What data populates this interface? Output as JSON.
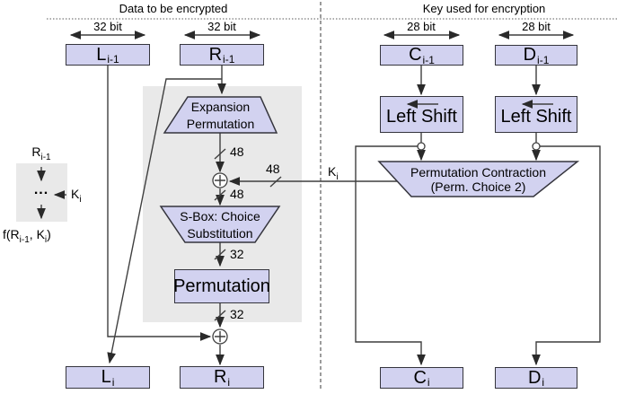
{
  "titles": {
    "data_half": "Data to be encrypted",
    "key_half": "Key used for encryption"
  },
  "bus_widths": {
    "l_prev": "32 bit",
    "r_prev": "32 bit",
    "c_prev": "28 bit",
    "d_prev": "28 bit"
  },
  "registers": {
    "l_prev": {
      "base": "L",
      "sub": "i-1"
    },
    "r_prev": {
      "base": "R",
      "sub": "i-1"
    },
    "c_prev": {
      "base": "C",
      "sub": "i-1"
    },
    "d_prev": {
      "base": "D",
      "sub": "i-1"
    },
    "l_next": {
      "base": "L",
      "sub": "i"
    },
    "r_next": {
      "base": "R",
      "sub": "i"
    },
    "c_next": {
      "base": "C",
      "sub": "i"
    },
    "d_next": {
      "base": "D",
      "sub": "i"
    }
  },
  "blocks": {
    "expansion": {
      "line1": "Expansion",
      "line2": "Permutation"
    },
    "sbox": {
      "line1": "S-Box: Choice",
      "line2": "Substitution"
    },
    "permutation": "Permutation",
    "left_shift_c": "Left Shift",
    "left_shift_d": "Left Shift",
    "perm_contraction": {
      "line1": "Permutation Contraction",
      "line2": "(Perm. Choice 2)"
    }
  },
  "wire_labels": {
    "expansion_out_bits": "48",
    "key_in_bits": "48",
    "xor_out_bits": "48",
    "sbox_out_bits": "32",
    "permutation_out_bits": "32",
    "subkey": {
      "base": "K",
      "sub": "i"
    }
  },
  "legend": {
    "input": {
      "base": "R",
      "sub": "i-1"
    },
    "dots": "...",
    "key": {
      "base": "K",
      "sub": "i"
    },
    "output": {
      "p1": "f(R",
      "s1": "i-1",
      "p2": ", K",
      "s2": "i",
      "p3": ")"
    }
  },
  "colors": {
    "box-fill": "#d2d2f0",
    "box-border": "#35353d",
    "line": "#3f3f3f",
    "gray-bg": "#e9e9e9",
    "divider": "#5a5a5a",
    "text": "#000000"
  }
}
